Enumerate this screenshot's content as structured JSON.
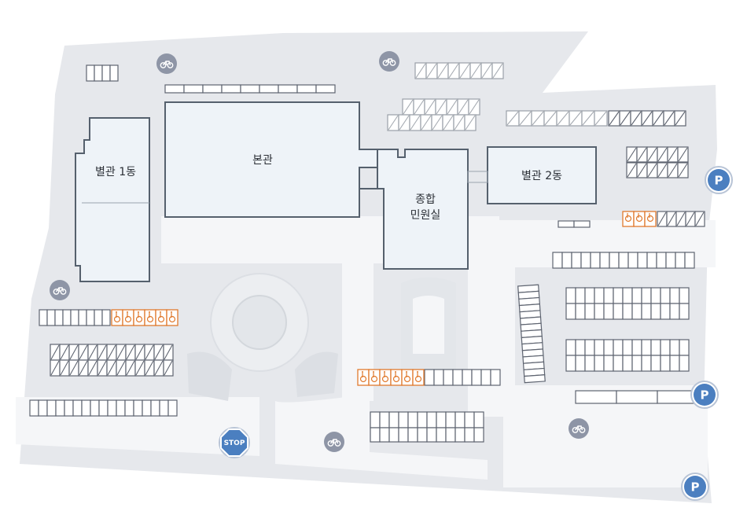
{
  "buildings": [
    {
      "id": "main",
      "label": "본관"
    },
    {
      "id": "annex1",
      "label": "별관 1동"
    },
    {
      "id": "annex2",
      "label": "별관 2동"
    },
    {
      "id": "civil",
      "label_line1": "종합",
      "label_line2": "민원실"
    }
  ],
  "markers": {
    "bicycle_icon": "bicycle-icon",
    "parking_label": "P",
    "stop_label": "STOP",
    "accessible_icon": "wheelchair-icon"
  },
  "colors": {
    "building_fill": "#eef3f8",
    "building_stroke": "#55606d",
    "ground": "#e6e8ec",
    "road": "#f5f6f8",
    "accessible": "#e07a2e",
    "parking_marker": "#4b7fc0",
    "bicycle_marker": "#8e95a6"
  }
}
